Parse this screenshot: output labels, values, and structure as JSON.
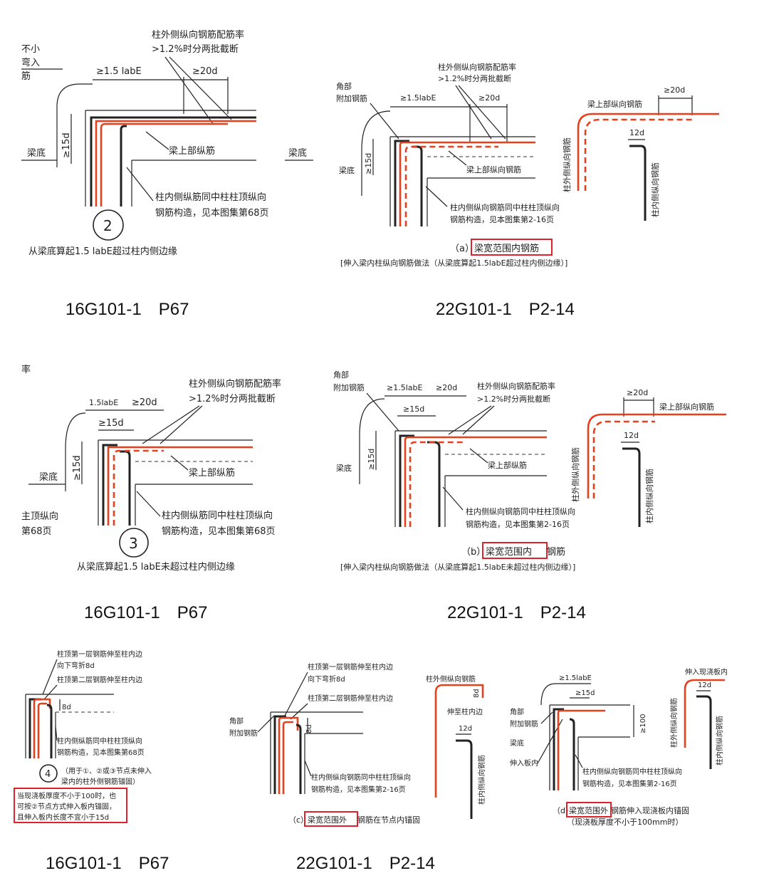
{
  "colors": {
    "rebar_highlight": "#e8401c",
    "callout_box": "#e0202a",
    "linework": "#222222"
  },
  "refs": {
    "r1_left": "16G101-1　P67",
    "r1_right": "22G101-1　P2-14",
    "r2_left": "16G101-1　P67",
    "r2_right": "22G101-1　P2-14",
    "r3_left": "16G101-1　P67",
    "r3_right": "22G101-1　P2-14"
  },
  "panel_a16": {
    "left_note_1": "不小",
    "left_note_2": "弯入",
    "left_note_3": "筋",
    "dim_1_5": "≥1.5 labE",
    "dim_20d": "≥20d",
    "dim_15d": "≥15d",
    "note_top_1": "柱外侧纵向钢筋配筋率",
    "note_top_2": ">1.2%时分两批截断",
    "beam_bottom_left": "梁底",
    "beam_bottom_right": "梁底",
    "beam_top_bar": "梁上部纵筋",
    "inner_note_1": "柱内侧纵筋同中柱柱顶纵向",
    "inner_note_2": "钢筋构造，见本图集第68页",
    "node_no": "2",
    "caption": "从梁底算起1.5 labE超过柱内侧边缘"
  },
  "panel_a22": {
    "corner_1": "角部",
    "corner_2": "附加钢筋",
    "note_top_1": "柱外侧纵向钢筋配筋率",
    "note_top_2": ">1.2%时分两批截断",
    "dim_1_5": "≥1.5labE",
    "dim_20d": "≥20d",
    "dim_15d": "≥15d",
    "beam_bottom": "梁底",
    "beam_top_bar": "梁上部纵向钢筋",
    "inner_note_1": "柱内侧纵向钢筋同中柱柱顶纵向",
    "inner_note_2": "钢筋构造，见本图集第2-16页",
    "side_dim_20d": "≥20d",
    "side_beam_top": "梁上部纵向钢筋",
    "side_12d": "12d",
    "side_outer": "柱外侧纵向钢筋",
    "side_inner": "柱内侧纵向钢筋",
    "cap_prefix": "（a）",
    "cap_boxed": "梁宽范围内钢筋",
    "cap_line2": "[伸入梁内柱纵向钢筋做法（从梁底算起1.5labE超过柱内侧边缘）]"
  },
  "panel_b16": {
    "top_left": "率",
    "dim_1_5": "1.5labE",
    "dim_20d": "≥20d",
    "dim_15d_top": "≥15d",
    "dim_15d": "≥15d",
    "note_top_1": "柱外侧纵向钢筋配筋率",
    "note_top_2": ">1.2%时分两批截断",
    "beam_bottom": "梁底",
    "beam_top_bar": "梁上部纵筋",
    "left_cut_1": "主顶纵向",
    "left_cut_2": "第68页",
    "inner_note_1": "柱内侧纵筋同中柱柱顶纵向",
    "inner_note_2": "钢筋构造，见本图集第68页",
    "node_no": "3",
    "caption": "从梁底算起1.5 labE未超过柱内侧边缘"
  },
  "panel_b22": {
    "corner_1": "角部",
    "corner_2": "附加钢筋",
    "dim_1_5": "≥1.5labE",
    "dim_20d": "≥20d",
    "dim_15d_top": "≥15d",
    "dim_15d": "≥15d",
    "note_top_1": "柱外侧纵向钢筋配筋率",
    "note_top_2": ">1.2%时分两批截断",
    "beam_bottom": "梁底",
    "beam_top_bar": "梁上部纵筋",
    "inner_note_1": "柱内侧纵向钢筋同中柱柱顶纵向",
    "inner_note_2": "钢筋构造，见本图集第2-16页",
    "side_dim_20d": "≥20d",
    "side_beam_top": "梁上部纵向钢筋",
    "side_12d": "12d",
    "side_outer": "柱外侧纵向钢筋",
    "side_inner": "柱内侧纵向钢筋",
    "cap_prefix": "（b）",
    "cap_boxed": "梁宽范围内",
    "cap_suffix": "钢筋",
    "cap_line2": "[伸入梁内柱纵向钢筋做法（从梁底算起1.5labE未超过柱内侧边缘）]"
  },
  "panel_c16": {
    "note_1": "柱顶第一层钢筋伸至柱内边",
    "note_2": "向下弯折8d",
    "note_3": "柱顶第二层钢筋伸至柱内边",
    "dim_8d": "8d",
    "inner_note_1": "柱内侧纵筋同中柱柱顶纵向",
    "inner_note_2": "钢筋构造，见本图集第68页",
    "node_no": "4",
    "cap_1": "（用于①、②或③节点未伸入",
    "cap_2": "梁内的柱外侧钢筋锚固）",
    "red_1": "当现浇板厚度不小于100时，也",
    "red_2": "可按②节点方式伸入板内锚固，",
    "red_3": "且伸入板内长度不宜小于15d"
  },
  "panel_c22": {
    "note_1": "柱顶第一层钢筋伸至柱内边",
    "note_2": "向下弯折8d",
    "note_3": "柱顶第二层钢筋伸至柱内边",
    "corner_1": "角部",
    "corner_2": "附加钢筋",
    "dim_8d": "8d",
    "inner_note_1": "柱内侧纵向钢筋同中柱柱顶纵向",
    "inner_note_2": "钢筋构造，见本图集第2-16页",
    "side_outer": "柱外侧纵向钢筋",
    "side_8d": "8d",
    "side_reach": "伸至柱内边",
    "side_12d": "12d",
    "side_inner": "柱内侧纵向钢筋",
    "cap_prefix": "（c）",
    "cap_boxed": "梁宽范围外",
    "cap_suffix": "钢筋在节点内锚固"
  },
  "panel_d22": {
    "dim_1_5": "≥1.5labE",
    "dim_15d": "≥15d",
    "corner_1": "角部",
    "corner_2": "附加钢筋",
    "beam_bottom": "梁底",
    "into_slab": "伸入板内",
    "dim_100": "≥100",
    "inner_note_1": "柱内侧纵向钢筋同中柱柱顶纵向",
    "inner_note_2": "钢筋构造，见本图集第2-16页",
    "side_top": "伸入现浇板内",
    "side_12d": "12d",
    "side_outer": "柱外侧纵向钢筋",
    "side_inner": "柱内侧纵向钢筋",
    "cap_prefix": "（d）",
    "cap_boxed": "梁宽范围外",
    "cap_suffix": "钢筋伸入现浇板内锚固",
    "cap_line2": "（现浇板厚度不小于100mm时）"
  }
}
